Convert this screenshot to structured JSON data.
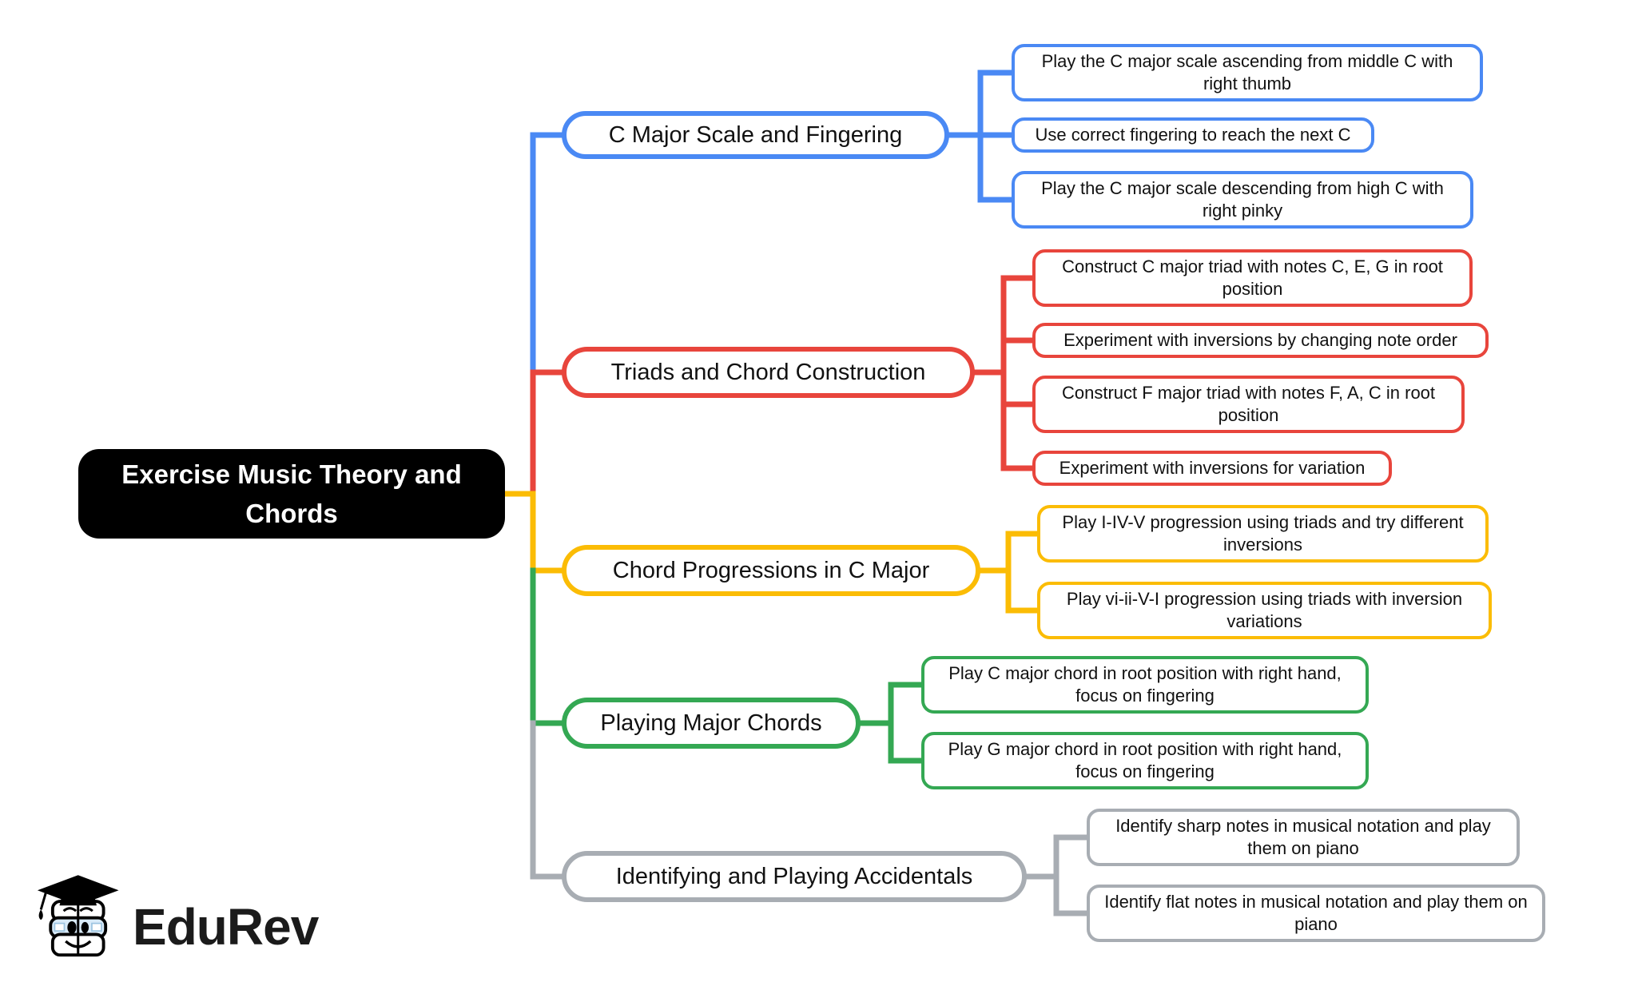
{
  "root": {
    "label": "Exercise Music Theory and Chords",
    "bg": "#000000",
    "text_color": "#ffffff"
  },
  "branches": [
    {
      "label": "C Major Scale and Fingering",
      "color": "#4a89f4",
      "children": [
        {
          "text": "Play the C major scale ascending from middle C with right thumb"
        },
        {
          "text": "Use correct fingering to reach the next C"
        },
        {
          "text": "Play the C major scale descending from high C with right pinky"
        }
      ]
    },
    {
      "label": "Triads and Chord Construction",
      "color": "#e8453c",
      "children": [
        {
          "text": "Construct C major triad with notes C, E, G in root position"
        },
        {
          "text": "Experiment with inversions by changing note order"
        },
        {
          "text": "Construct F major triad with notes F, A, C in root position"
        },
        {
          "text": "Experiment with inversions for variation"
        }
      ]
    },
    {
      "label": "Chord Progressions in C Major",
      "color": "#fbbc05",
      "children": [
        {
          "text": "Play I-IV-V progression using triads and try different inversions"
        },
        {
          "text": "Play vi-ii-V-I progression using triads with inversion variations"
        }
      ]
    },
    {
      "label": "Playing Major Chords",
      "color": "#34a853",
      "children": [
        {
          "text": "Play C major chord in root position with right hand, focus on fingering"
        },
        {
          "text": "Play G major chord in root position with right hand, focus on fingering"
        }
      ]
    },
    {
      "label": "Identifying and Playing Accidentals",
      "color": "#a8adb3",
      "children": [
        {
          "text": "Identify sharp notes in musical notation and play them on piano"
        },
        {
          "text": "Identify flat notes in musical notation and play them on piano"
        }
      ]
    }
  ],
  "logo": {
    "text": "EduRev"
  }
}
